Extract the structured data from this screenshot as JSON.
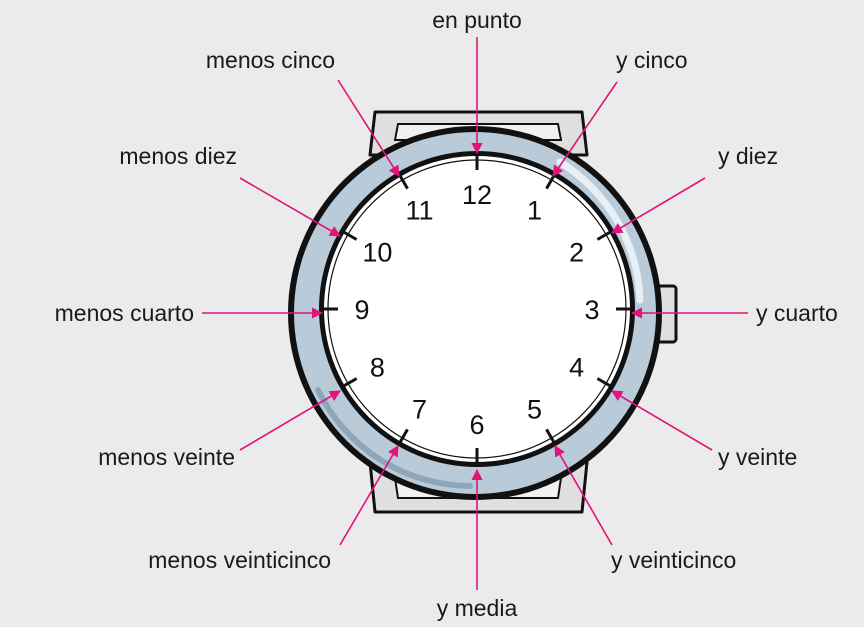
{
  "colors": {
    "background": "#ebebeb",
    "arrow": "#e0147a",
    "bezel": "#b9cbd9",
    "outline": "#111111",
    "lugs": "#dfdfdf",
    "face": "#ffffff"
  },
  "dial_numbers": [
    "12",
    "1",
    "2",
    "3",
    "4",
    "5",
    "6",
    "7",
    "8",
    "9",
    "10",
    "11"
  ],
  "labels": {
    "en_punto": "en punto",
    "y_cinco": "y cinco",
    "y_diez": "y diez",
    "y_cuarto": "y cuarto",
    "y_veinte": "y veinte",
    "y_veinticinco": "y veinticinco",
    "y_media": "y media",
    "menos_veinticinco": "menos veinticinco",
    "menos_veinte": "menos veinte",
    "menos_cuarto": "menos cuarto",
    "menos_diez": "menos diez",
    "menos_cinco": "menos cinco"
  }
}
